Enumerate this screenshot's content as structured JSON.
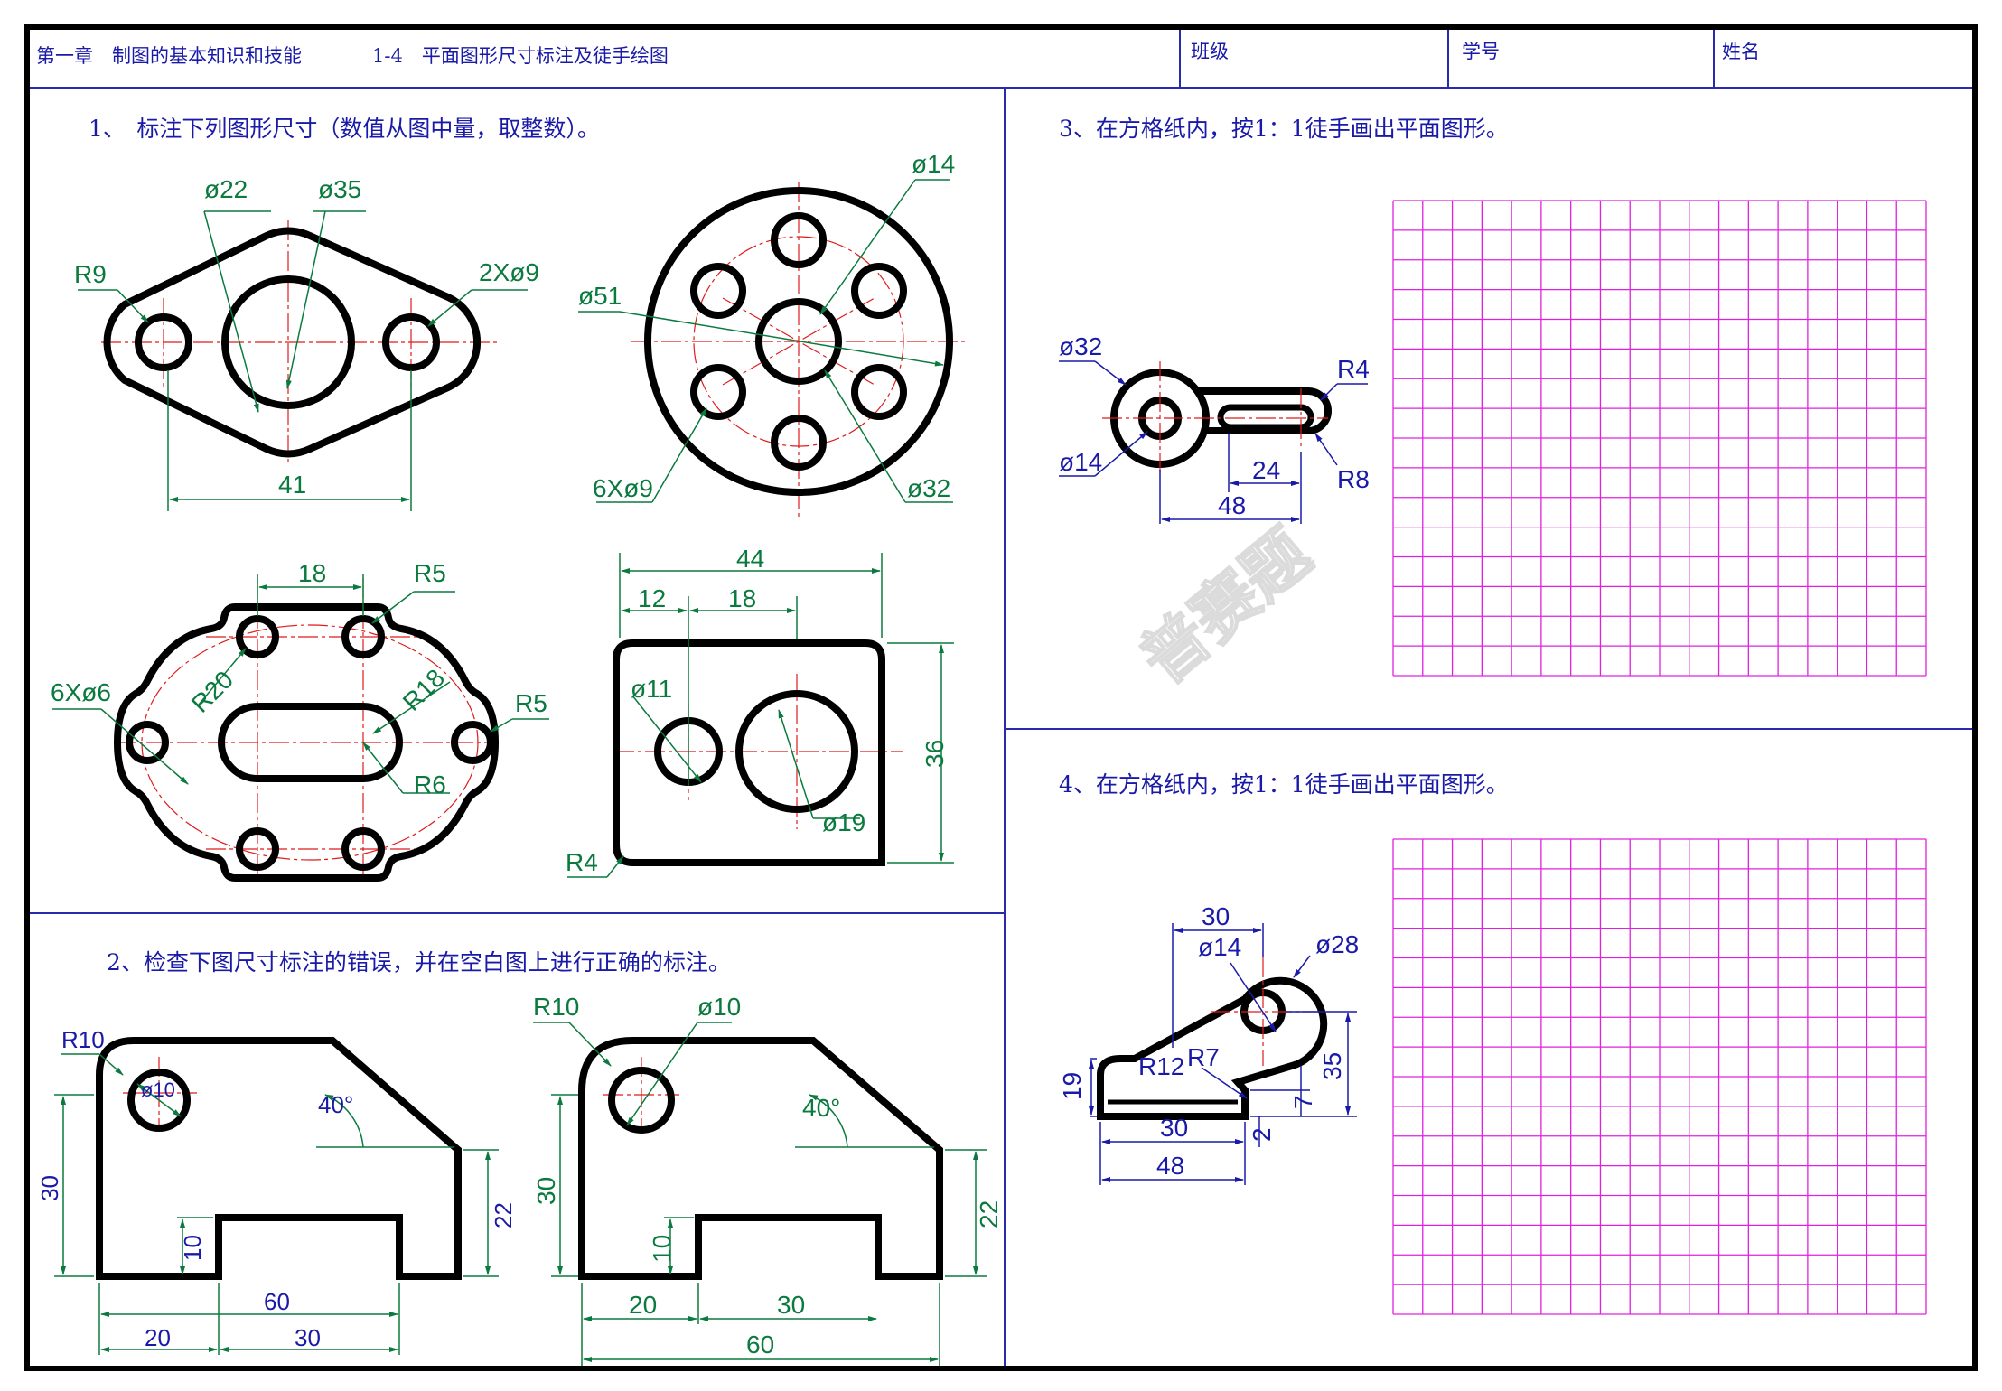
{
  "header": {
    "chapter": "第一章　制图的基本知识和技能",
    "section": "1-4　平面图形尺寸标注及徒手绘图",
    "class_label": "班级",
    "student_no_label": "学号",
    "name_label": "姓名"
  },
  "exercises": {
    "ex1": "1、　标注下列图形尺寸（数值从图中量，取整数）。",
    "ex2": "2、检查下图尺寸标注的错误，并在空白图上进行正确的标注。",
    "ex3": "3、在方格纸内，按1：1徒手画出平面图形。",
    "ex4": "4、在方格纸内，按1：1徒手画出平面图形。"
  },
  "dims": {
    "f1": {
      "d22": "ø22",
      "d35": "ø35",
      "r9": "R9",
      "hole": "2Xø9",
      "len": "41"
    },
    "f2": {
      "d14": "ø14",
      "d51": "ø51",
      "holes": "6Xø9",
      "d32": "ø32"
    },
    "f3": {
      "w18": "18",
      "r5a": "R5",
      "holes": "6Xø6",
      "r20": "R20",
      "r18": "R18",
      "r5b": "R5",
      "r6": "R6"
    },
    "f4": {
      "w44": "44",
      "w12": "12",
      "w18": "18",
      "d11": "ø11",
      "h36": "36",
      "d19": "ø19",
      "r4": "R4"
    },
    "f5": {
      "r10": "R10",
      "d10": "ø10",
      "ang": "40°",
      "h30": "30",
      "h22": "22",
      "h10": "10",
      "w60": "60",
      "w20": "20",
      "w30": "30"
    },
    "f6": {
      "r10": "R10",
      "d10": "ø10",
      "ang": "40°",
      "h30": "30",
      "h22": "22",
      "h10": "10",
      "w20": "20",
      "w30": "30",
      "w60": "60"
    },
    "f7": {
      "d32": "ø32",
      "r4": "R4",
      "d14": "ø14",
      "w24": "24",
      "r8": "R8",
      "w48": "48"
    },
    "f8": {
      "w30": "30",
      "d14": "ø14",
      "d28": "ø28",
      "r12": "R12",
      "r7": "R7",
      "h19": "19",
      "h35": "35",
      "h7": "7",
      "w30b": "30",
      "h2": "2",
      "w48": "48"
    }
  },
  "colors": {
    "outline": "#000000",
    "dim": "#0b7a3e",
    "center": "#e01b1b",
    "grid": "#e020e0",
    "text": "#1a1aa8",
    "rule": "#2a2ab0"
  },
  "watermark": "普赛题"
}
